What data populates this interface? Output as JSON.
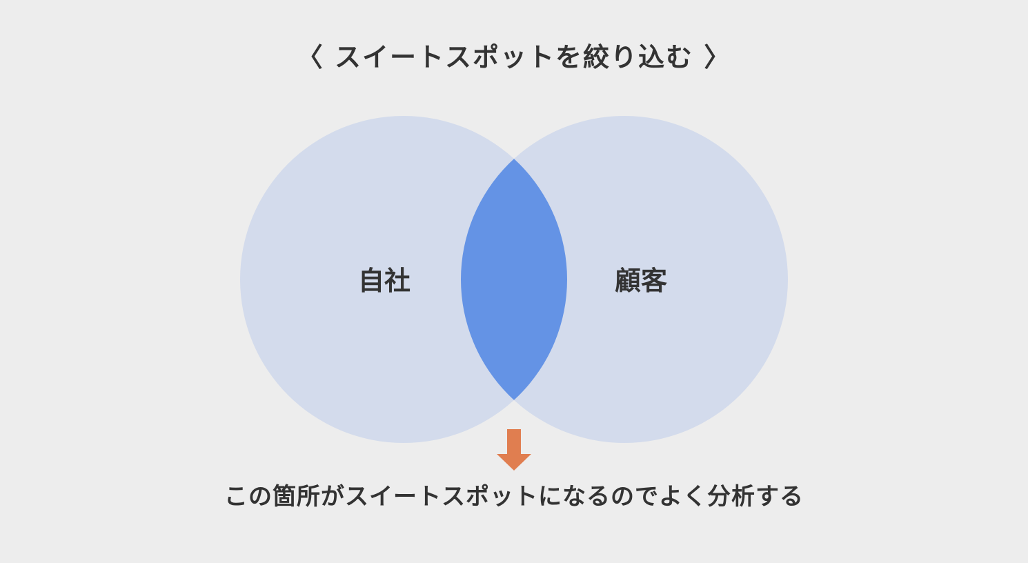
{
  "title": "〈 スイートスポットを絞り込む 〉",
  "circles": {
    "left_label": "自社",
    "right_label": "顧客"
  },
  "caption": "この箇所がスイートスポットになるのでよく分析する",
  "colors": {
    "background": "#ededed",
    "circle_fill": "#d3dbec",
    "overlap_fill": "#6493e5",
    "arrow": "#e07e50",
    "text": "#333333"
  },
  "icons": {
    "arrow": "down-arrow-icon"
  }
}
